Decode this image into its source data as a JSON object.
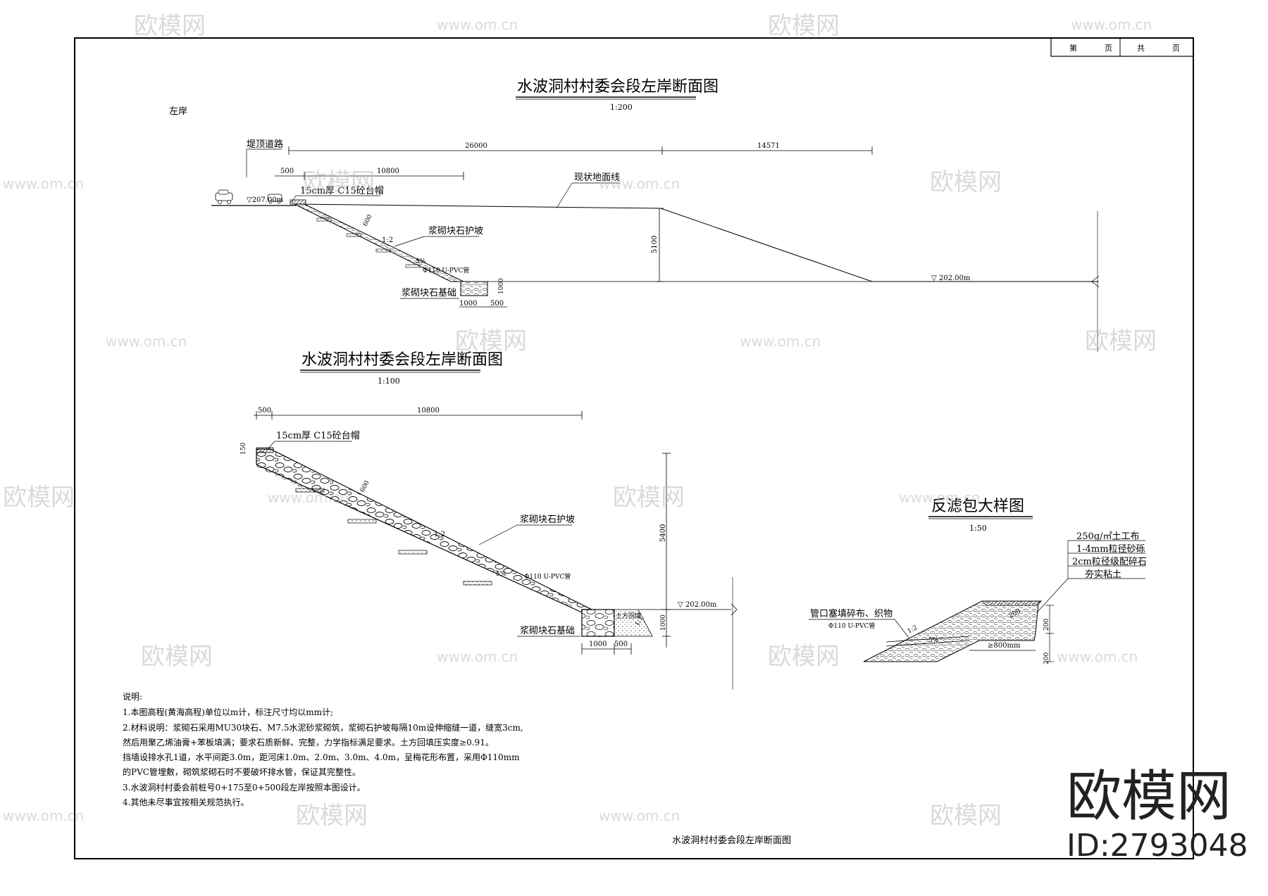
{
  "titles": {
    "main": "水波洞村村委会段左岸断面图",
    "main_scale": "1:200",
    "second": "水波洞村村委会段左岸断面图",
    "second_scale": "1:100",
    "filter": "反滤包大样图",
    "filter_scale": "1:50",
    "bottom": "水波洞村村委会段左岸断面图"
  },
  "title_block": {
    "page": "第",
    "page_unit": "页",
    "total": "共",
    "total_unit": "页"
  },
  "section1": {
    "bank": "左岸",
    "road": "堤顶道路",
    "dim_total": "26000",
    "dim_right": "14571",
    "dim_500": "500",
    "dim_10800": "10800",
    "existing_ground": "现状地面线",
    "cap": "15cm厚 C15砼台帽",
    "elev_top": "▽207.00m",
    "dim_600": "600",
    "slope": "1:2",
    "revetment": "浆砌块石护坡",
    "pipe": "Φ110 U-PVC管",
    "pct": "5%",
    "dim_5100": "5100",
    "elev_bottom": "▽ 202.00m",
    "foundation": "浆砌块石基础",
    "dim_1000v": "1000",
    "dim_1000": "1000",
    "dim_500b": "500"
  },
  "section2": {
    "dim_500": "500",
    "dim_10800": "10800",
    "cap": "15cm厚 C15砼台帽",
    "dim_150": "150",
    "dim_600": "600",
    "revetment": "浆砌块石护坡",
    "slope": "1:2",
    "pipe": "Φ110 U-PVC管",
    "pct": "5%",
    "dim_5400": "5400",
    "elev": "▽ 202.00m",
    "backfill": "土方回填",
    "slope_small": "1:1",
    "foundation": "浆砌块石基础",
    "dim_1000v": "1000",
    "dim_1000": "1000",
    "dim_500b": "500"
  },
  "filter": {
    "layers": [
      "250g/㎡土工布",
      "1-4mm粒径砂砾",
      "2cm粒径级配碎石",
      "夯实粘土"
    ],
    "pipe_mouth": "管口塞填碎布、织物",
    "pipe": "Φ110 U-PVC管",
    "slope": "1:2",
    "pct": "5%",
    "dim_200a": "200",
    "dim_200b": "200",
    "dim_200c": "200",
    "dim_800": "≥800mm"
  },
  "notes": {
    "heading": "说明:",
    "lines": [
      "1.本图高程(黄海高程)单位以m计，标注尺寸均以mm计;",
      "2.材料说明：浆砌石采用MU30块石、M7.5水泥砂浆砌筑，浆砌石护坡每隔10m设伸缩缝一道，缝宽3cm,",
      "然后用聚乙烯油膏+苯板填满；要求石质新鲜、完整，力学指标满足要求。土方回填压实度≥0.91。",
      "挡墙设排水孔1道，水平间距3.0m，距河床1.0m、2.0m、3.0m、4.0m，呈梅花形布置，采用Φ110mm",
      "的PVC管埋敷，砌筑浆砌石时不要破坏排水管，保证其完整性。",
      "3.水波洞村村委会前桩号0+175至0+500段左岸按照本图设计。",
      "4.其他未尽事宜按相关规范执行。"
    ]
  },
  "watermark": {
    "brand": "欧模网",
    "url": "www.om.cn",
    "id": "ID:2793048"
  }
}
